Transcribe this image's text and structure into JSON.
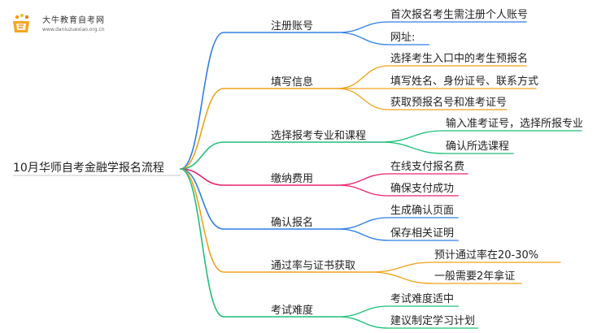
{
  "logo": {
    "name": "大牛教育自考网",
    "url": "www.daniuzuexiao.org.cn"
  },
  "root": {
    "text": "10月华师自考金融学报名流程"
  },
  "branches": [
    {
      "text": "注册账号",
      "color": "#2f7fe3",
      "children": [
        "首次报名考生需注册个人账号",
        "网址:"
      ]
    },
    {
      "text": "填写信息",
      "color": "#f0a21a",
      "children": [
        "选择考生入口中的考生预报名",
        "填写姓名、身份证号、联系方式",
        "获取预报名号和准考证号"
      ]
    },
    {
      "text": "选择报考专业和课程",
      "color": "#1fbf78",
      "children": [
        "输入准考证号，选择所报专业",
        "确认所选课程"
      ]
    },
    {
      "text": "缴纳费用",
      "color": "#e8236e",
      "children": [
        "在线支付报名费",
        "确保支付成功"
      ]
    },
    {
      "text": "确认报名",
      "color": "#2f7fe3",
      "children": [
        "生成确认页面",
        "保存相关证明"
      ]
    },
    {
      "text": "通过率与证书获取",
      "color": "#f0a21a",
      "children": [
        "预计通过率在20-30%",
        "一般需要2年拿证"
      ]
    },
    {
      "text": "考试难度",
      "color": "#1fbf78",
      "children": [
        "考试难度适中",
        "建议制定学习计划"
      ]
    }
  ]
}
